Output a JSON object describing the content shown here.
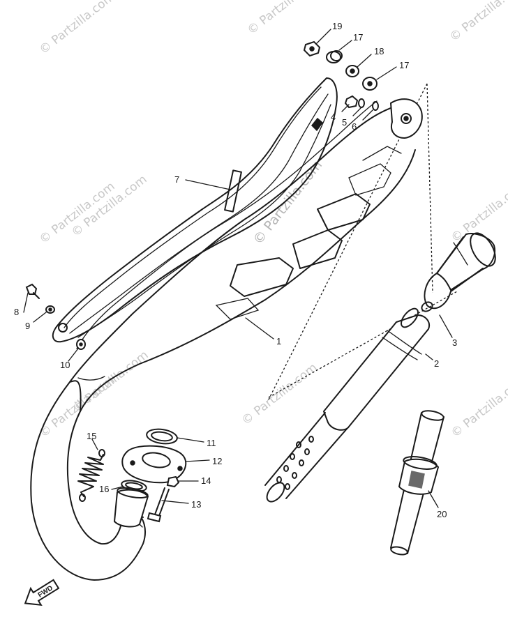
{
  "watermark": {
    "text": "© Partzilla.com"
  },
  "direction_label": "FWD",
  "callouts": [
    {
      "id": "c1",
      "label": "1"
    },
    {
      "id": "c2",
      "label": "2"
    },
    {
      "id": "c3",
      "label": "3"
    },
    {
      "id": "c4",
      "label": "4"
    },
    {
      "id": "c5",
      "label": "5"
    },
    {
      "id": "c6",
      "label": "6"
    },
    {
      "id": "c7",
      "label": "7"
    },
    {
      "id": "c8",
      "label": "8"
    },
    {
      "id": "c9",
      "label": "9"
    },
    {
      "id": "c10",
      "label": "10"
    },
    {
      "id": "c11",
      "label": "11"
    },
    {
      "id": "c12",
      "label": "12"
    },
    {
      "id": "c13",
      "label": "13"
    },
    {
      "id": "c14",
      "label": "14"
    },
    {
      "id": "c15",
      "label": "15"
    },
    {
      "id": "c16",
      "label": "16"
    },
    {
      "id": "c17a",
      "label": "17"
    },
    {
      "id": "c17b",
      "label": "17"
    },
    {
      "id": "c18",
      "label": "18"
    },
    {
      "id": "c19",
      "label": "19"
    },
    {
      "id": "c20",
      "label": "20"
    }
  ]
}
